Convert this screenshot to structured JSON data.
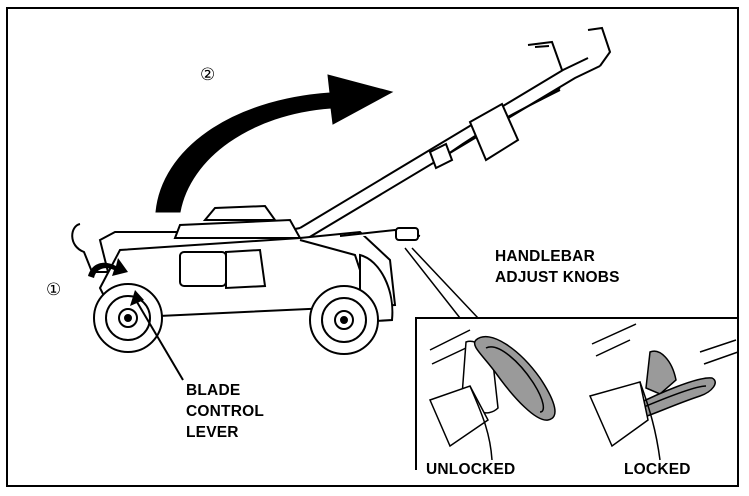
{
  "steps": {
    "step1": "①",
    "step2": "②"
  },
  "labels": {
    "blade_control_lever": "BLADE\nCONTROL\nLEVER",
    "handlebar_adjust_knobs": "HANDLEBAR\nADJUST KNOBS",
    "unlocked": "UNLOCKED",
    "locked": "LOCKED"
  },
  "colors": {
    "line": "#000000",
    "background": "#ffffff",
    "knob_gray": "#9a9a9a"
  }
}
